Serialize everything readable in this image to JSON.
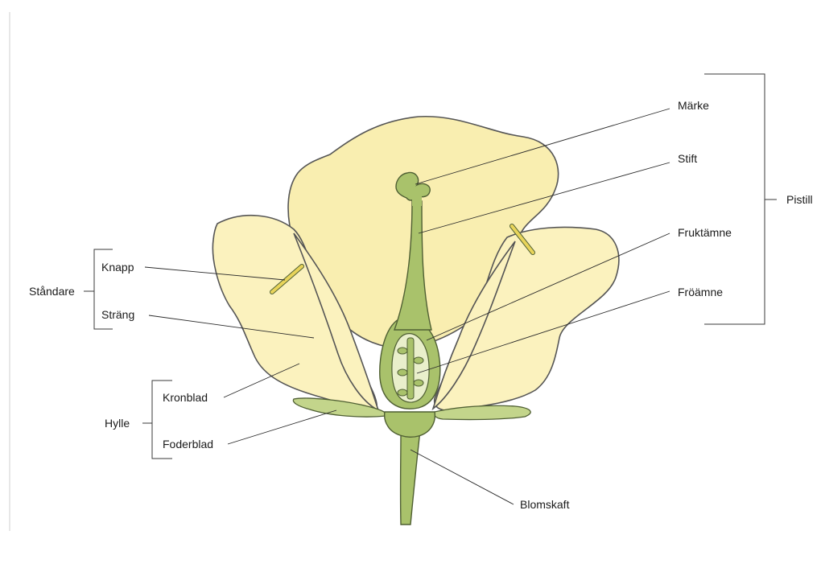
{
  "labels": {
    "marke": "Märke",
    "stift": "Stift",
    "fruktamne": "Fruktämne",
    "froamne": "Fröämne",
    "pistill": "Pistill",
    "knapp": "Knapp",
    "strang": "Sträng",
    "standare": "Ståndare",
    "kronblad": "Kronblad",
    "foderblad": "Foderblad",
    "hylle": "Hylle",
    "blomskaft": "Blomskaft"
  },
  "colors": {
    "petal": "#fbf2be",
    "petal_back": "#f9eeb0",
    "green": "#a9c26b",
    "green_light": "#c3d58b",
    "outline": "#555555",
    "text": "#1a1a1a"
  }
}
